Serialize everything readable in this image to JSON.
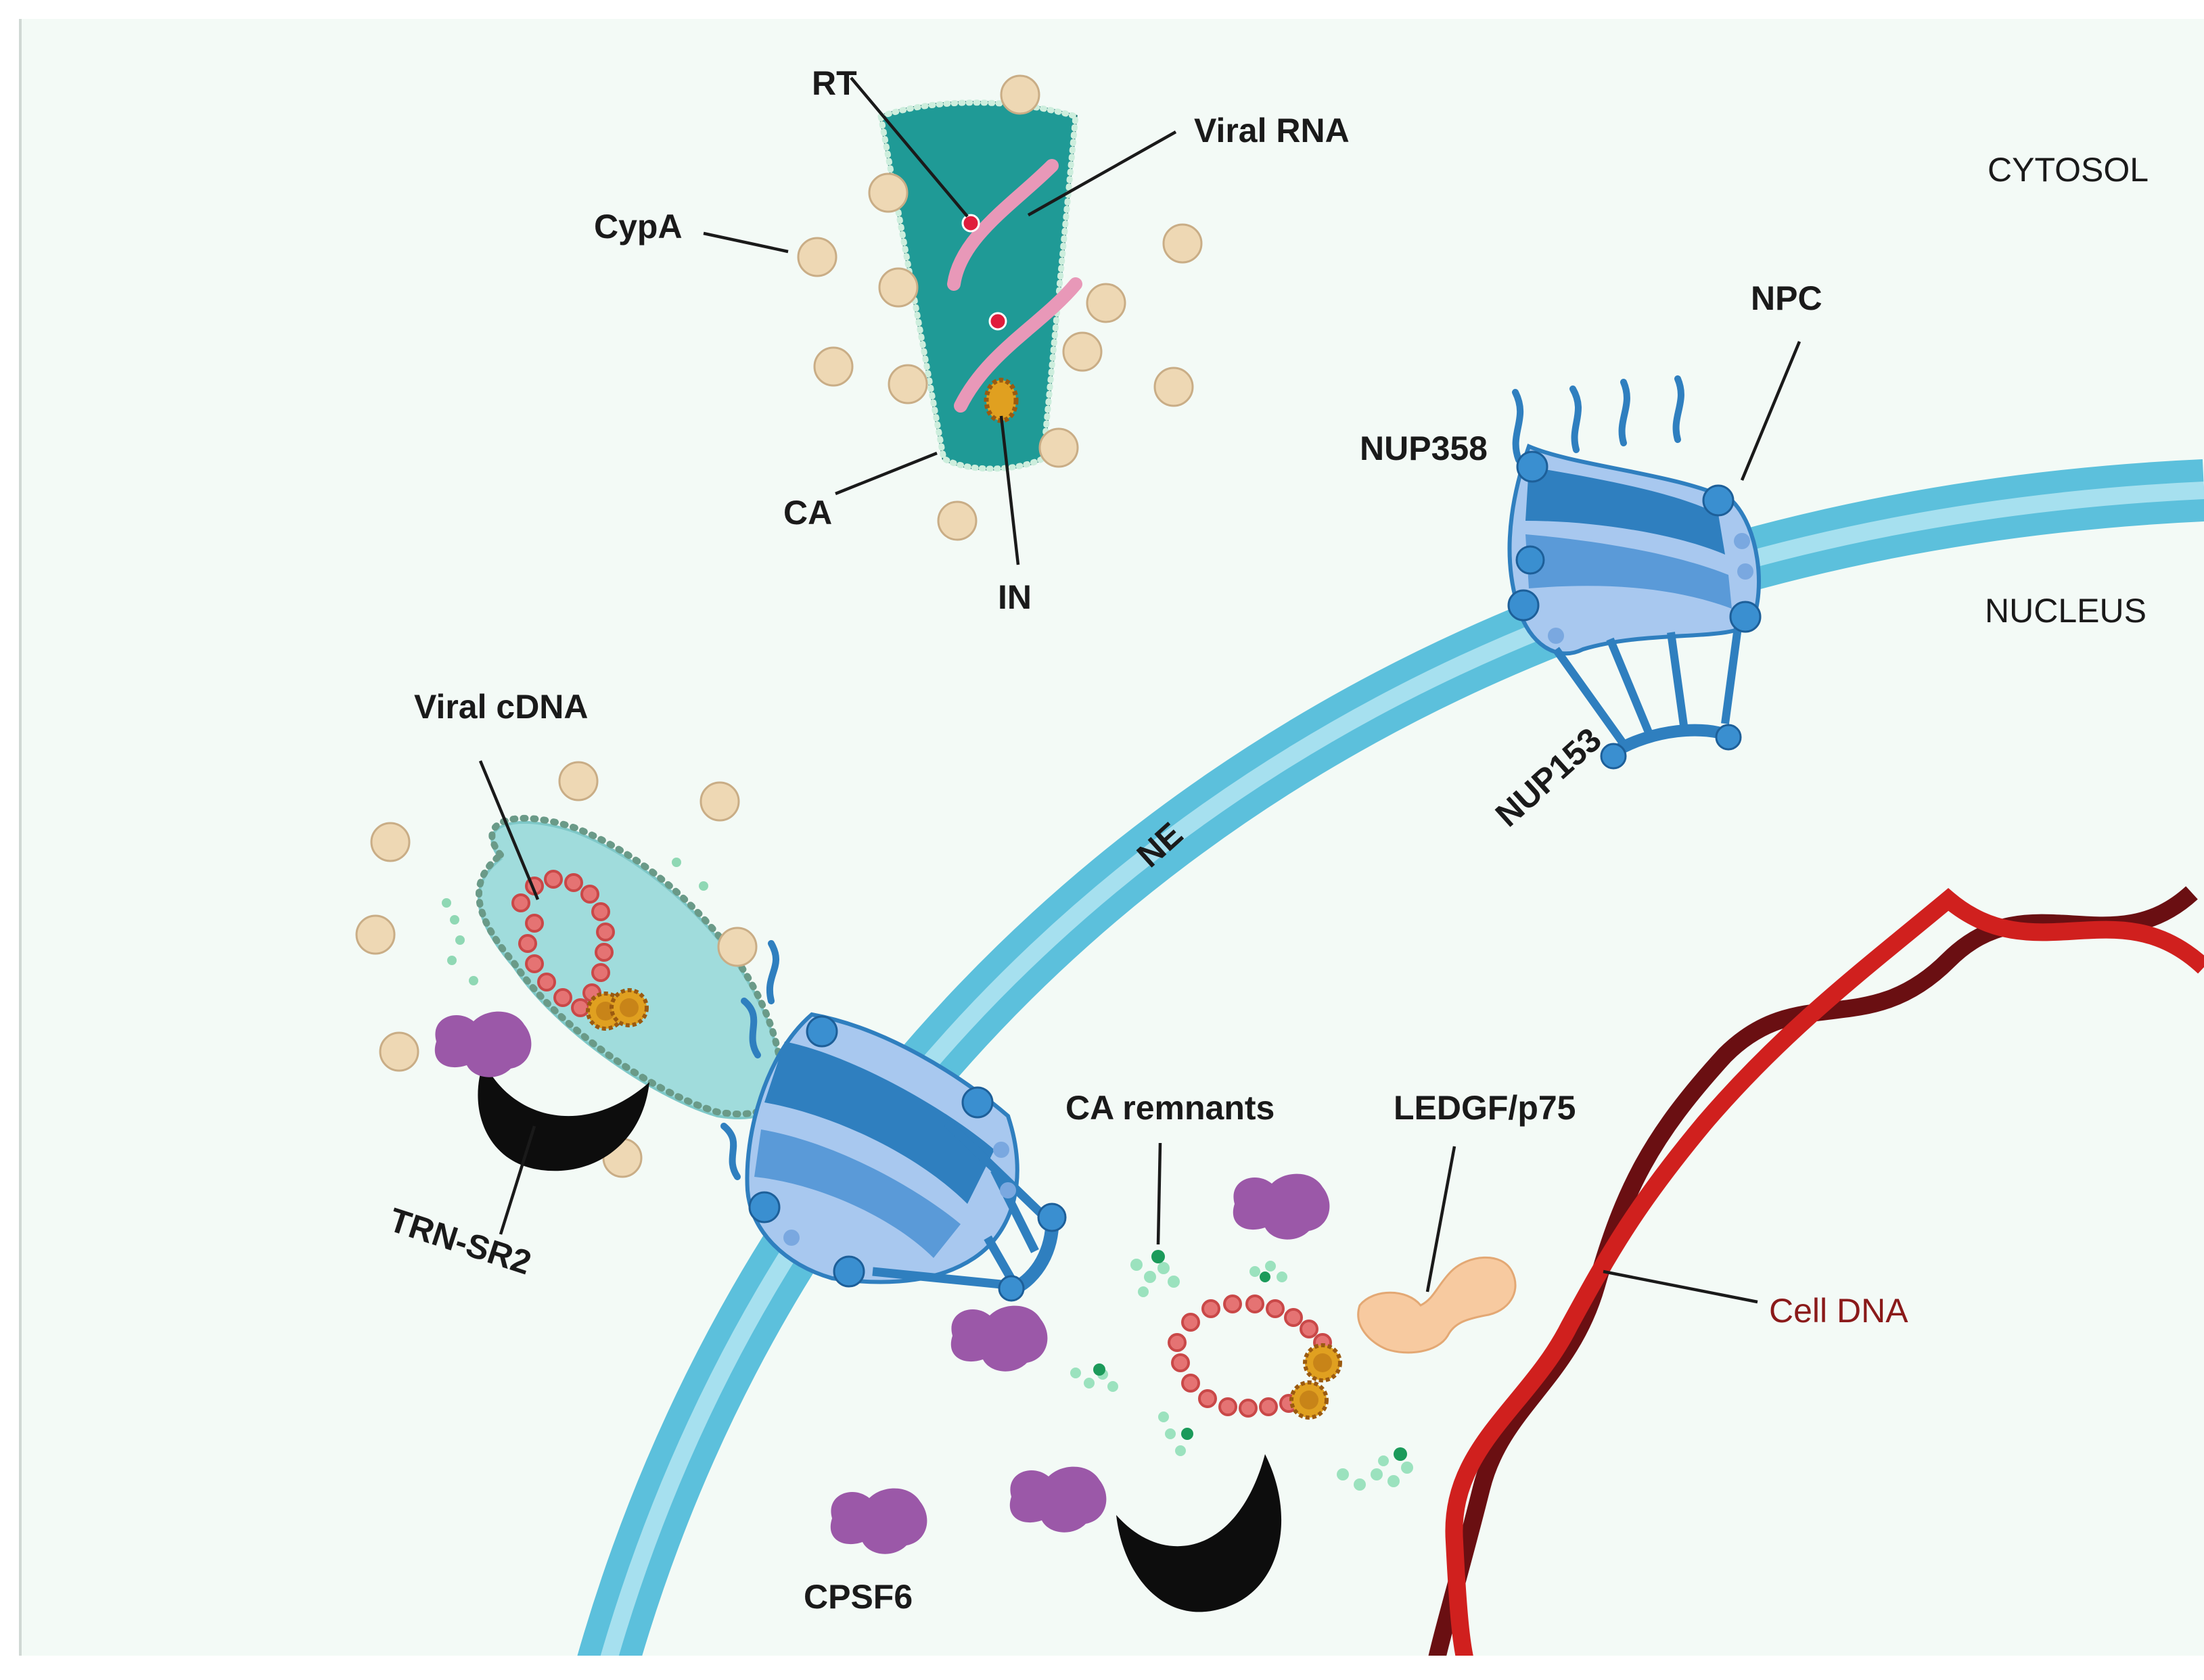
{
  "compartments": {
    "cytosol": "CYTOSOL",
    "nucleus": "NUCLEUS",
    "nuclear_envelope": "NE"
  },
  "labels": {
    "rt": "RT",
    "viral_rna": "Viral RNA",
    "cypa": "CypA",
    "ca": "CA",
    "in": "IN",
    "npc": "NPC",
    "nup358": "NUP358",
    "nup153": "NUP153",
    "viral_cdna": "Viral cDNA",
    "trn_sr2": "TRN-SR2",
    "ca_remnants": "CA remnants",
    "ledgf": "LEDGF/p75",
    "cell_dna": "Cell DNA",
    "cpsf6": "CPSF6"
  },
  "colors": {
    "background": "#f3faf6",
    "capsid": "#1f9a96",
    "membrane": "#5cc0dc",
    "npc": "#2f7fbf",
    "cypa": "#eed8b4",
    "cpsf6": "#9b58a8",
    "trn_sr2": "#0d0d0d",
    "dna": "#d0201e",
    "dna_dark": "#6a0f12",
    "cell_dna_label": "#8a1a1a",
    "ledgf": "#f7caa0"
  }
}
